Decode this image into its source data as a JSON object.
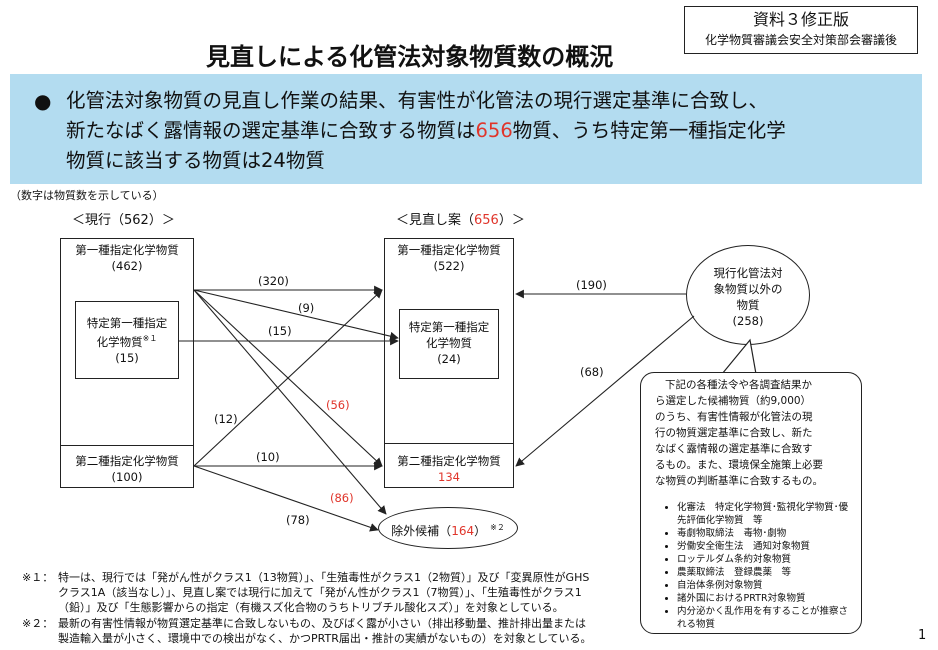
{
  "badge": {
    "title": "資料３修正版",
    "subtitle": "化学物質審議会安全対策部会審議後"
  },
  "page_title": "見直しによる化管法対象物質数の概況",
  "banner": {
    "bullet": "●",
    "line1": "化管法対象物質の見直し作業の結果、有害性が化管法の現行選定基準に合致し、",
    "line2_pre": "新たなばく露情報の選定基準に合致する物質は",
    "line2_num": "656",
    "line2_post": "物質、うち特定第一種指定化学",
    "line3": "物質に該当する物質は24物質",
    "accent_color": "#e0352b",
    "bg_color": "#b3dcf0"
  },
  "note": "（数字は物質数を示している）",
  "current": {
    "header_pre": "＜現行（",
    "header_num": "562",
    "header_post": "）＞",
    "class1_name": "第一種指定化学物質",
    "class1_count": "(462)",
    "specific_line1": "特定第一種指定",
    "specific_line2": "化学物質",
    "specific_mark": "※１",
    "specific_count": "(15)",
    "class2_name": "第二種指定化学物質",
    "class2_count": "(100)"
  },
  "revised": {
    "header_pre": "＜見直し案（",
    "header_num": "656",
    "header_post": "）＞",
    "class1_name": "第一種指定化学物質",
    "class1_count": "(522)",
    "specific_line1": "特定第一種指定",
    "specific_line2": "化学物質",
    "specific_count": "(24)",
    "class2_name": "第二種指定化学物質",
    "class2_count_num": "134"
  },
  "excluded": {
    "label": "除外候補（",
    "count": "164",
    "close": "）",
    "mark": "※２"
  },
  "other": {
    "line1": "現行化管法対",
    "line2": "象物質以外の",
    "line3": "物質",
    "count": "(258)"
  },
  "flows": {
    "c1_to_r1": "(320)",
    "c1_to_rs": "(9)",
    "cs_to_rs": "(15)",
    "c1_to_r2": "(56)",
    "c1_to_ex": "(86)",
    "c2_to_r1": "(12)",
    "c2_to_r2": "(10)",
    "c2_to_ex": "(78)",
    "other_to_r1": "(190)",
    "other_to_r2": "(68)"
  },
  "callout": {
    "lines": [
      "下記の各種法令や各調査結果か",
      "ら選定した候補物質（約9,000）",
      "のうち、有害性情報が化管法の現",
      "行の物質選定基準に合致し、新た",
      "なばく露情報の選定基準に合致す",
      "るもの。また、環境保全施策上必要",
      "な物質の判断基準に合致するもの。"
    ],
    "items": [
      "化審法　特定化学物質･監視化学物質･優先評価化学物質　等",
      "毒劇物取締法　毒物･劇物",
      "労働安全衛生法　通知対象物質",
      "ロッテルダム条約対象物質",
      "農薬取締法　登録農薬　等",
      "自治体条例対象物質",
      "諸外国におけるPRTR対象物質",
      "内分泌かく乱作用を有することが推察される物質"
    ]
  },
  "footnotes": {
    "n1_label": "※１：",
    "n1_line1": "特一は、現行では「発がん性がクラス1（13物質）」、「生殖毒性がクラス1（2物質）」及び「変異原性がGHS",
    "n1_line2": "クラス1A（該当なし）」、見直し案では現行に加えて「発がん性がクラス1（7物質）」、「生殖毒性がクラス1",
    "n1_line3": "（鉛）」及び「生態影響からの指定（有機スズ化合物のうちトリブチル酸化スズ）」を対象としている。",
    "n2_label": "※２：",
    "n2_line1": "最新の有害性情報が物質選定基準に合致しないもの、及びばく露が小さい（排出移動量、推計排出量または",
    "n2_line2": "製造輸入量が小さく、環境中での検出がなく、かつPRTR届出・推計の実績がないもの）を対象としている。"
  },
  "page_number": "1"
}
